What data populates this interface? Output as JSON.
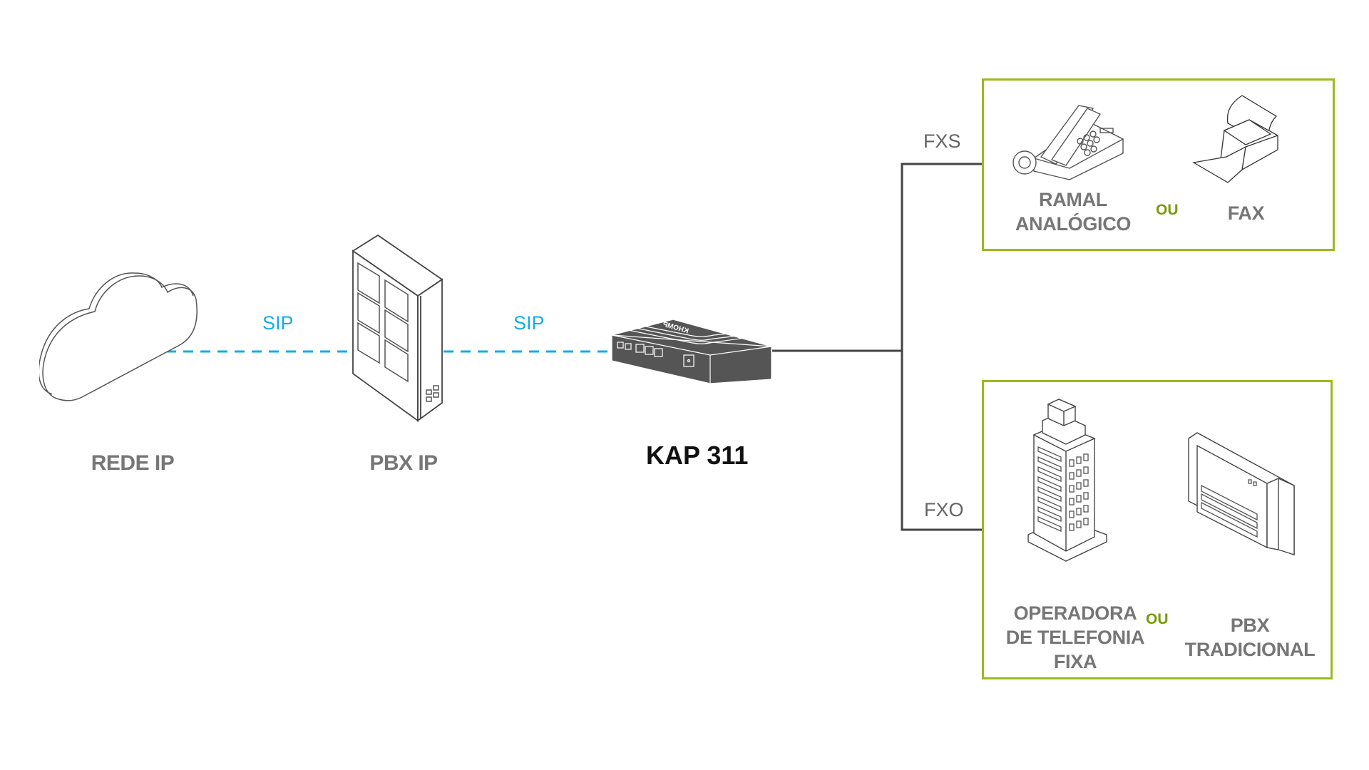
{
  "diagram": {
    "nodes": {
      "cloud": {
        "label": "REDE IP",
        "icon": "cloud-icon"
      },
      "pbx_ip": {
        "label": "PBX IP",
        "icon": "server-rack-icon"
      },
      "gateway": {
        "label": "KAP 311",
        "icon": "gateway-device-icon",
        "brand": "KHOMP"
      }
    },
    "links": [
      {
        "from": "cloud",
        "to": "pbx_ip",
        "label": "SIP",
        "style": "dashed"
      },
      {
        "from": "pbx_ip",
        "to": "gateway",
        "label": "SIP",
        "style": "dashed"
      },
      {
        "from": "gateway",
        "to": "fxs_group",
        "label": "FXS",
        "style": "solid"
      },
      {
        "from": "gateway",
        "to": "fxo_group",
        "label": "FXO",
        "style": "solid"
      }
    ],
    "groups": {
      "fxs": {
        "port_label": "FXS",
        "left": {
          "label_line1": "RAMAL",
          "label_line2": "ANALÓGICO",
          "icon": "analog-phone-icon"
        },
        "separator": "OU",
        "right": {
          "label_line1": "FAX",
          "icon": "fax-icon"
        }
      },
      "fxo": {
        "port_label": "FXO",
        "left": {
          "label_line1": "OPERADORA",
          "label_line2": "DE TELEFONIA",
          "label_line3": "FIXA",
          "icon": "office-building-icon"
        },
        "separator": "OU",
        "right": {
          "label_line1": "PBX",
          "label_line2": "TRADICIONAL",
          "icon": "legacy-pbx-icon"
        }
      }
    },
    "colors": {
      "sip_link": "#12aee8",
      "analog_link": "#444444",
      "group_border": "#9abb1c",
      "separator": "#7a9a0a",
      "label_gray": "#767676",
      "device_fill": "#555555"
    }
  }
}
